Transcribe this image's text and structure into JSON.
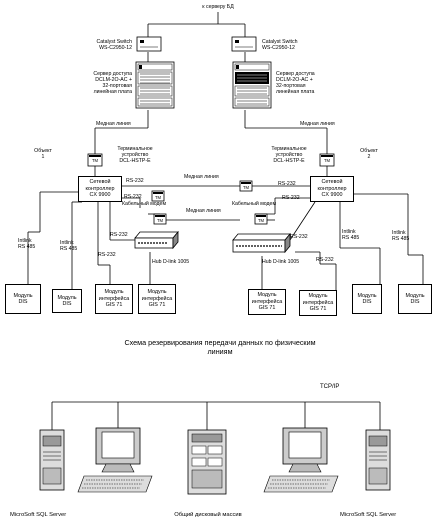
{
  "top": {
    "server_link": "к серверу БД",
    "left_switch": [
      "Catalyst Switch",
      "WS-C2950-12"
    ],
    "right_switch": [
      "Catalyst Switch",
      "WS-C2950-12"
    ],
    "left_access_server": [
      "Сервер доступа",
      "DCLM-2O-AC +",
      "32-портовая",
      "линейная плата"
    ],
    "right_access_server": [
      "Сервер доступа",
      "DCLM-2O-AC +",
      "32-портовая",
      "линейная плата"
    ],
    "copper_left": "Медная линия",
    "copper_right": "Медная линия"
  },
  "middle": {
    "object_left": [
      "Объект",
      "1"
    ],
    "object_right": [
      "Объект",
      "2"
    ],
    "terminal_left": [
      "Терминальное",
      "устройство",
      "DCL-HSTP-E"
    ],
    "terminal_right": [
      "Терминальное",
      "устройство",
      "DCL-HSTP-E"
    ],
    "tm_label": "TM",
    "controller_left": [
      "Сетевой",
      "контроллер",
      "CX 9900"
    ],
    "controller_right": [
      "Сетевой",
      "контроллер",
      "CX 9900"
    ],
    "rs232": "RS-232",
    "rs485": "RS 485",
    "intlink": "Intlink",
    "modem_label": "Кабельный модем",
    "copper_mid": "Медная линия",
    "hub_left": "Hub D-link 1005",
    "hub_right": "Hub D-link 1005",
    "module_dis": [
      "Модуль",
      "DIS"
    ],
    "module_gis": [
      "Модуль",
      "интерфейса",
      "GIS 71"
    ]
  },
  "caption": [
    "Схема резервирования передачи данных по физическим",
    "линиям"
  ],
  "bottom": {
    "tcpip": "TCP/IP",
    "server_left": "MicroSoft SQL Server",
    "server_right": "MicroSoft SQL Server",
    "storage": "Общий дисковый массив"
  }
}
